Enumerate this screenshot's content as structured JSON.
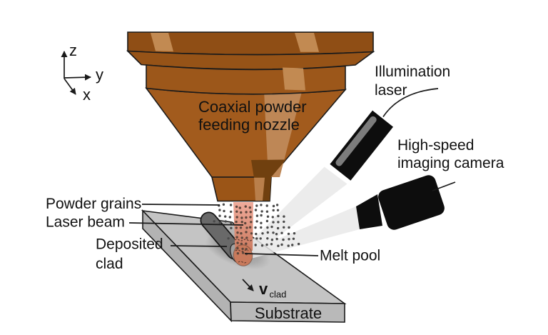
{
  "colors": {
    "background": "#ffffff",
    "outline": "#1a1a1a",
    "nozzle_top_band": "#8F4E15",
    "nozzle_flange": "#965317",
    "nozzle_band3": "#9C571A",
    "nozzle_cone": "#A25B1D",
    "nozzle_tip": "#9B5517",
    "nozzle_highlight": "#C28A52",
    "nozzle_wedge_light": "#BE8756",
    "nozzle_tip_light": "#B97F4B",
    "nozzle_shade_dark": "#70400F",
    "nozzle_text": "#F8EFDF",
    "laser_beam_top": "#F0AB9B",
    "laser_beam_bottom": "#CB7A5F",
    "melt_pool": "#C87A5C",
    "clad_body": "#696969",
    "clad_cap": "#A0A0A0",
    "substrate_top": "#C4C4C4",
    "substrate_side": "#B3B3B3",
    "substrate_front": "#B9B9B9",
    "light_beam": "#E9E9E9",
    "device_black": "#0D0D0D",
    "laser_stripe": "#7C7C7C",
    "powder_dot": "#4A4A4A",
    "powder_dot_in_beam": "#5E463C",
    "shadow_gray": "#696969"
  },
  "axes": {
    "z_label": "z",
    "y_label": "y",
    "x_label": "x"
  },
  "labels": {
    "nozzle_line1": "Coaxial powder",
    "nozzle_line2": "feeding nozzle",
    "illumination_laser_line1": "Illumination",
    "illumination_laser_line2": "laser",
    "camera_line1": "High-speed",
    "camera_line2": "imaging camera",
    "powder_grains": "Powder grains",
    "laser_beam": "Laser beam",
    "deposited_clad_line1": "Deposited",
    "deposited_clad_line2": "clad",
    "melt_pool": "Melt pool",
    "substrate": "Substrate",
    "velocity_symbol": "v",
    "velocity_subscript": "clad"
  }
}
